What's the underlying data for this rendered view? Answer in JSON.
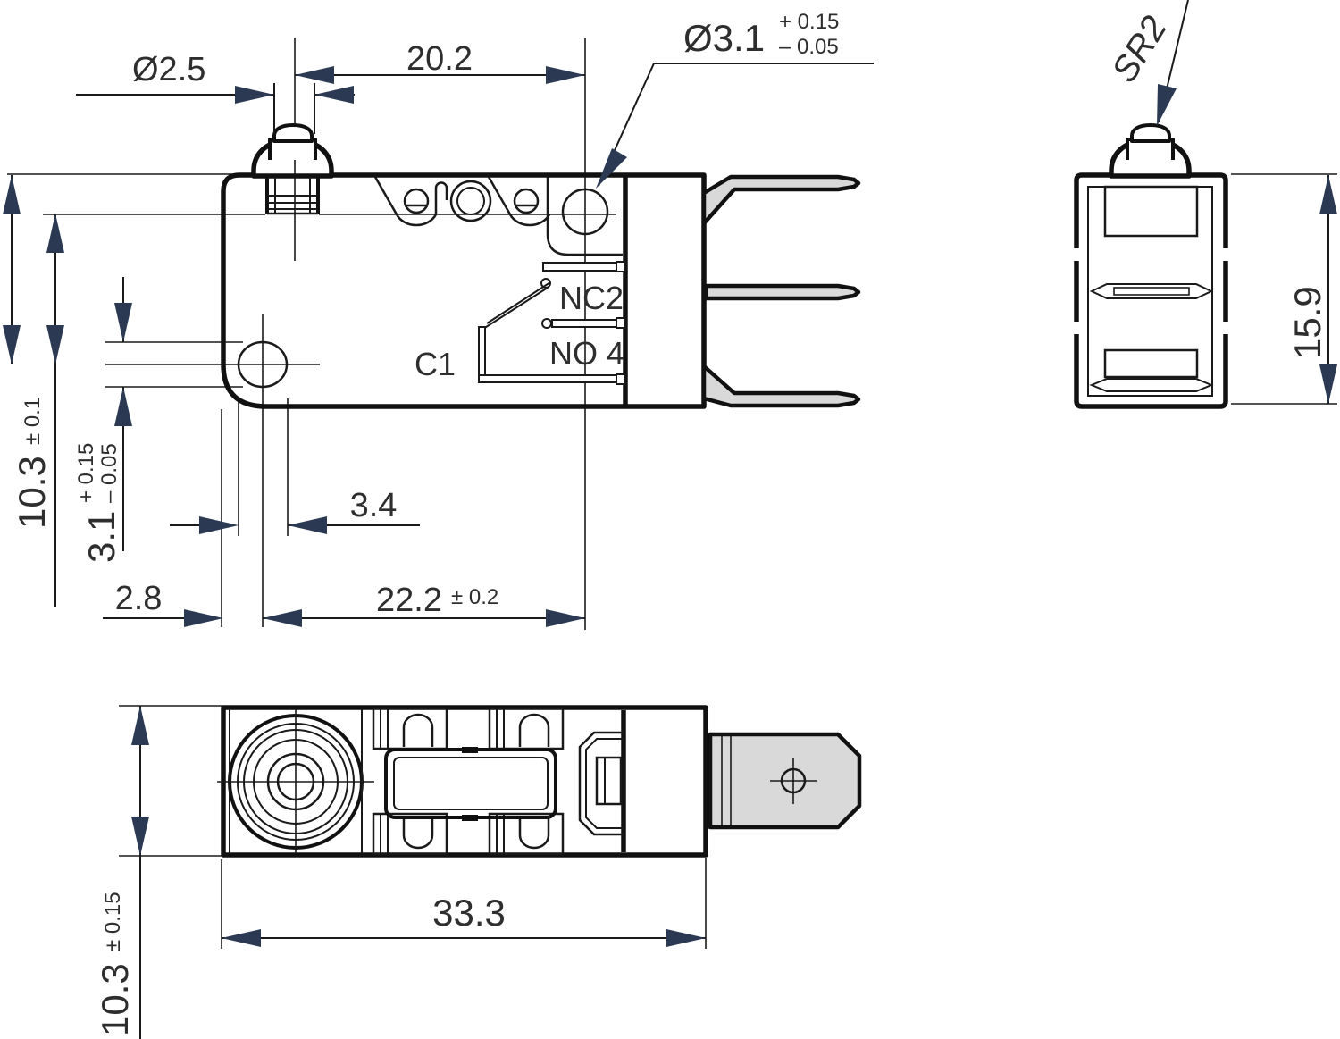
{
  "drawing": {
    "type": "technical-dimension-drawing",
    "subject": "snap-action micro switch, three orthographic views",
    "colors": {
      "line": "#111111",
      "arrow": "#2b3a52",
      "terminal_fill": "#d9d9d9",
      "text": "#2e2e2e",
      "background": "#ffffff"
    },
    "labels": {
      "plunger_dia": "Ø2.5",
      "plunger_to_hole": "20.2",
      "top_hole_dia": "Ø3.1",
      "top_hole_tol_plus": "+ 0.15",
      "top_hole_tol_minus": "– 0.05",
      "tip_radius": "SR2",
      "body_height": "15.9",
      "hole_spacing_v": "10.3",
      "hole_spacing_v_tol": "± 0.1",
      "side_hole_dia": "3.1",
      "side_hole_tol_plus": "+ 0.15",
      "side_hole_tol_minus": "– 0.05",
      "hole_width": "3.4",
      "edge_to_hole": "2.8",
      "hole_spacing_h": "22.2",
      "hole_spacing_h_tol": "± 0.2",
      "body_length": "33.3",
      "body_depth": "10.3",
      "body_depth_tol": "± 0.15"
    },
    "schematic": {
      "nc": "NC2",
      "no": "NO 4",
      "common": "C1"
    }
  }
}
